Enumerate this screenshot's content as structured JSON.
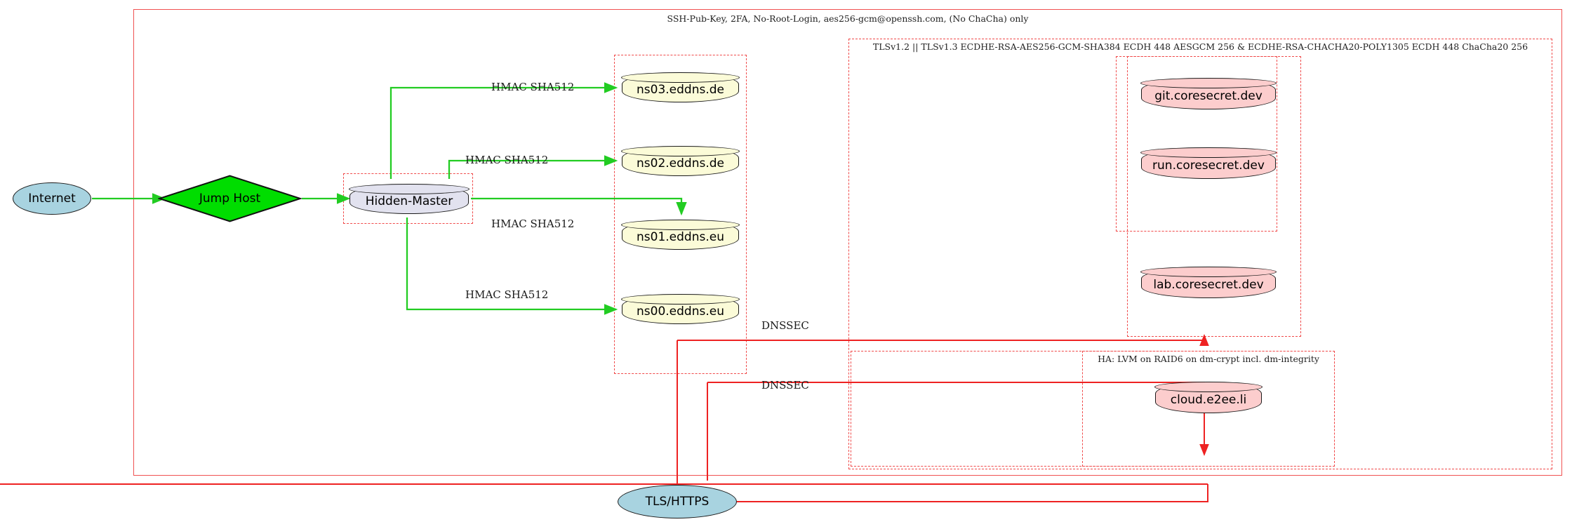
{
  "diagram": {
    "title_note": "Network security architecture diagram",
    "colors": {
      "security_border": "#f05252",
      "dashed_border": "#f04a4a",
      "green_edge": "#22cc22",
      "red_edge": "#ee2222",
      "node_dns": "#fbfbd8",
      "node_app": "#fccdcd",
      "node_master": "#e2e2ef",
      "node_cloud_endpoint": "#a8d3e0",
      "node_jump": "#00dd00"
    }
  },
  "clusters": {
    "ssh": {
      "label": "SSH-Pub-Key, 2FA, No-Root-Login, aes256-gcm@openssh.com, (No ChaCha) only"
    },
    "tls": {
      "label": "TLSv1.2 || TLSv1.3 ECDHE-RSA-AES256-GCM-SHA384 ECDH 448 AESGCM 256 & ECDHE-RSA-CHACHA20-POLY1305 ECDH 448 ChaCha20 256"
    },
    "ha": {
      "label": "HA: LVM on RAID6 on dm-crypt incl. dm-integrity"
    },
    "hidden_master": {
      "label": ""
    },
    "dns_zone": {
      "label": ""
    },
    "coresecret": {
      "label": ""
    },
    "cloud_zone": {
      "label": ""
    }
  },
  "nodes": {
    "internet": {
      "label": "Internet",
      "shape": "ellipse"
    },
    "jump_host": {
      "label": "Jump Host",
      "shape": "diamond"
    },
    "hidden_master": {
      "label": "Hidden-Master",
      "shape": "cylinder"
    },
    "ns03": {
      "label": "ns03.eddns.de",
      "shape": "cylinder"
    },
    "ns02": {
      "label": "ns02.eddns.de",
      "shape": "cylinder"
    },
    "ns01": {
      "label": "ns01.eddns.eu",
      "shape": "cylinder"
    },
    "ns00": {
      "label": "ns00.eddns.eu",
      "shape": "cylinder"
    },
    "git": {
      "label": "git.coresecret.dev",
      "shape": "cylinder"
    },
    "run": {
      "label": "run.coresecret.dev",
      "shape": "cylinder"
    },
    "lab": {
      "label": "lab.coresecret.dev",
      "shape": "cylinder"
    },
    "cloud": {
      "label": "cloud.e2ee.li",
      "shape": "cylinder"
    },
    "tls_https": {
      "label": "TLS/HTTPS",
      "shape": "ellipse"
    }
  },
  "edge_labels": {
    "hmac_ns03": "HMAC SHA512",
    "hmac_ns02": "HMAC SHA512",
    "hmac_ns01": "HMAC SHA512",
    "hmac_ns00": "HMAC SHA512",
    "dnssec_upper": "DNSSEC",
    "dnssec_lower": "DNSSEC"
  }
}
